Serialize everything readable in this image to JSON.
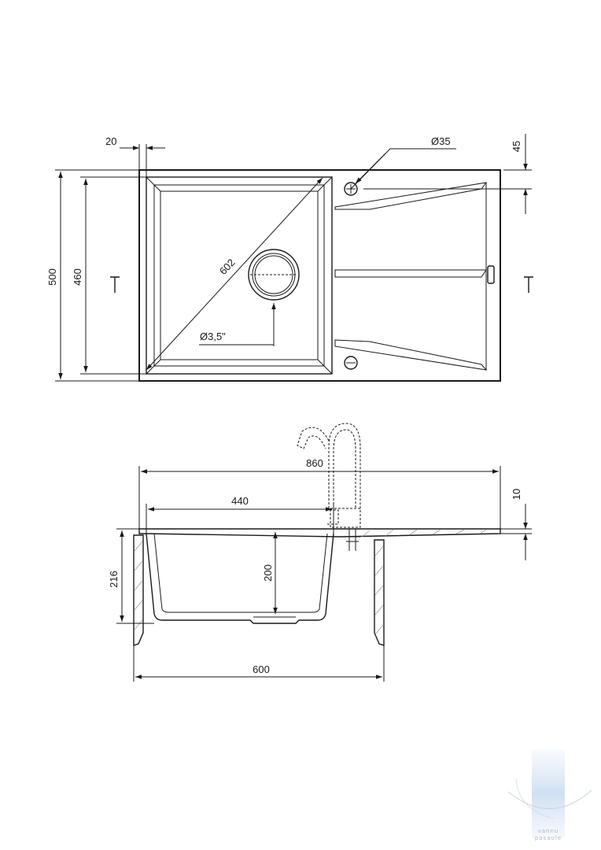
{
  "drawing": {
    "top_view": {
      "dim_overall_width": "20",
      "dim_tap_hole": "Ø35",
      "dim_edge_offset": "45",
      "dim_overall_depth": "500",
      "dim_bowl_depth": "460",
      "dim_diagonal": "602",
      "dim_drain": "Ø3,5\""
    },
    "side_view": {
      "dim_total_length": "860",
      "dim_bowl_inner": "440",
      "dim_rim_thickness": "10",
      "dim_bowl_height": "200",
      "dim_total_height": "216",
      "dim_cabinet_width": "600"
    },
    "watermark": {
      "line1": "vannu",
      "line2": "pasaule"
    }
  }
}
